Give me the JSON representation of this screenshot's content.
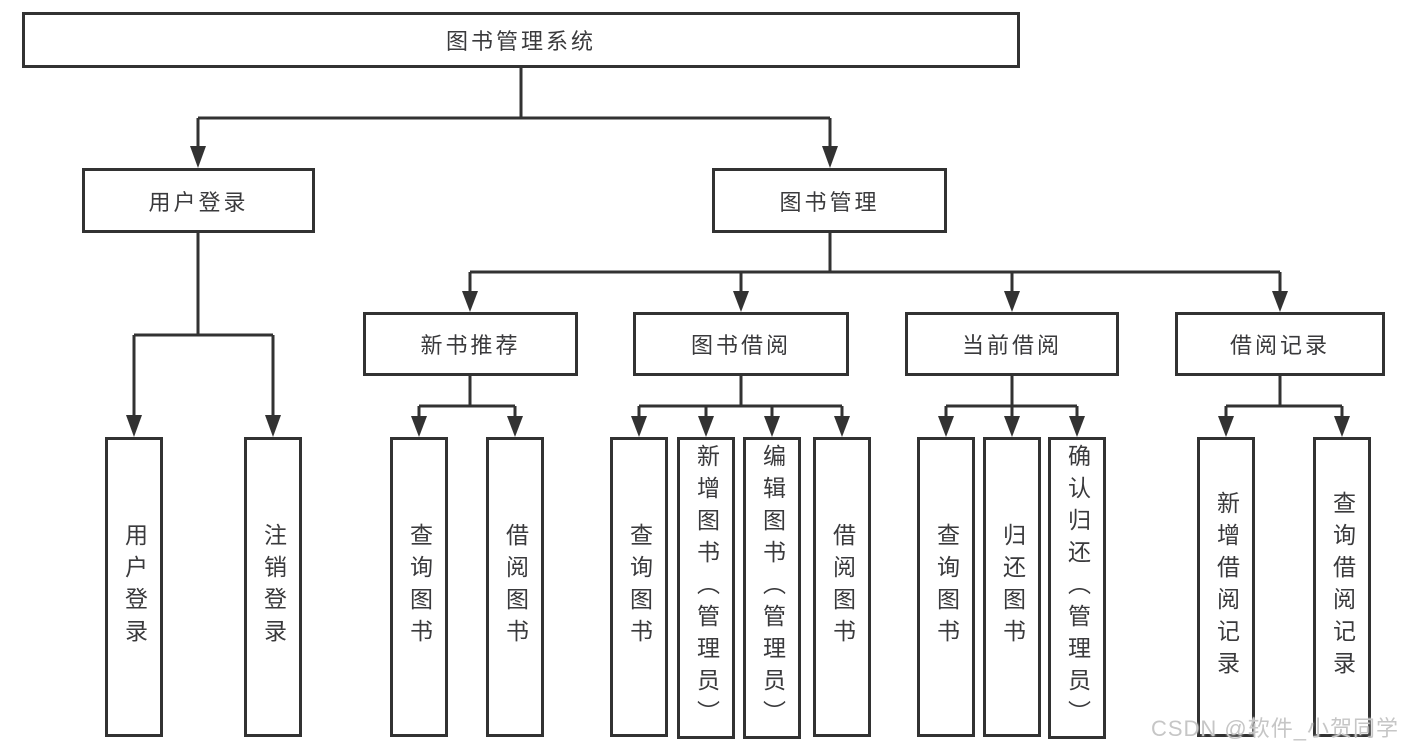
{
  "diagram": {
    "root": {
      "label": "图书管理系统"
    },
    "level2": [
      {
        "label": "用户登录"
      },
      {
        "label": "图书管理"
      }
    ],
    "level3": [
      {
        "label": "新书推荐",
        "parent": "图书管理"
      },
      {
        "label": "图书借阅",
        "parent": "图书管理"
      },
      {
        "label": "当前借阅",
        "parent": "图书管理"
      },
      {
        "label": "借阅记录",
        "parent": "图书管理"
      }
    ],
    "leaves": [
      {
        "label": "用户登录",
        "parent": "用户登录"
      },
      {
        "label": "注销登录",
        "parent": "用户登录"
      },
      {
        "label": "查询图书",
        "parent": "新书推荐"
      },
      {
        "label": "借阅图书",
        "parent": "新书推荐"
      },
      {
        "label": "查询图书",
        "parent": "图书借阅"
      },
      {
        "label": "新增图书（管理员）",
        "parent": "图书借阅"
      },
      {
        "label": "编辑图书（管理员）",
        "parent": "图书借阅"
      },
      {
        "label": "借阅图书",
        "parent": "图书借阅"
      },
      {
        "label": "查询图书",
        "parent": "当前借阅"
      },
      {
        "label": "归还图书",
        "parent": "当前借阅"
      },
      {
        "label": "确认归还（管理员）",
        "parent": "当前借阅"
      },
      {
        "label": "新增借阅记录",
        "parent": "借阅记录"
      },
      {
        "label": "查询借阅记录",
        "parent": "借阅记录"
      }
    ],
    "watermark": "CSDN @软件_小贺同学",
    "colors": {
      "line": "#323232",
      "border": "#323232",
      "text": "#3a3a3c",
      "background": "#ffffff",
      "watermark": "#c6c6c6"
    }
  }
}
